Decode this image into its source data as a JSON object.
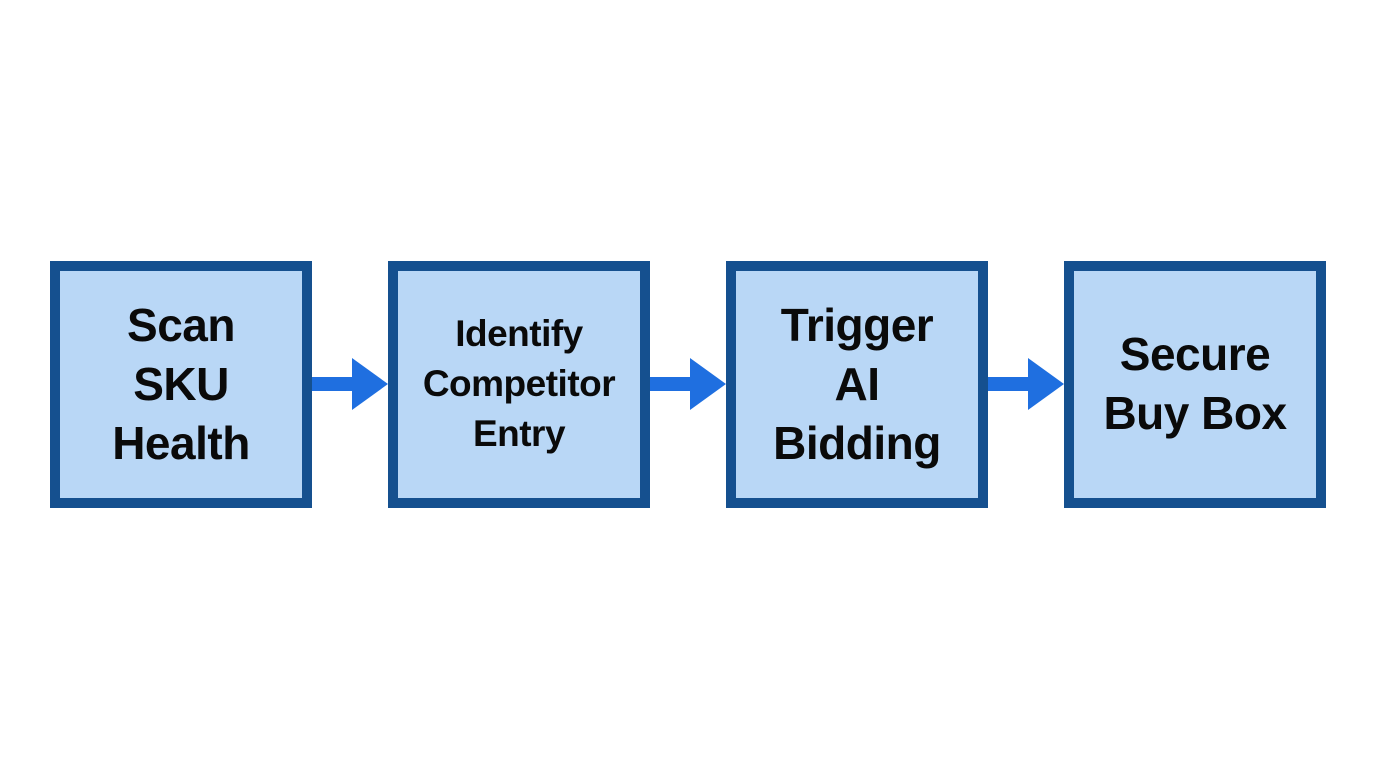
{
  "diagram": {
    "type": "flowchart",
    "direction": "left-to-right",
    "background": "#ffffff",
    "colors": {
      "box_fill": "#b9d7f6",
      "box_border": "#15508f",
      "arrow": "#1f6fe0",
      "text": "#0a0a0a"
    },
    "steps": [
      {
        "label": "Scan SKU Health",
        "lines": [
          "Scan",
          "SKU",
          "Health"
        ]
      },
      {
        "label": "Identify Competitor Entry",
        "lines": [
          "Identify",
          "Competitor",
          "Entry"
        ]
      },
      {
        "label": "Trigger AI Bidding",
        "lines": [
          "Trigger",
          "AI",
          "Bidding"
        ]
      },
      {
        "label": "Secure Buy Box",
        "lines": [
          "Secure",
          "Buy Box"
        ]
      }
    ],
    "connectors": [
      {
        "from": "Scan SKU Health",
        "to": "Identify Competitor Entry",
        "style": "solid-arrow"
      },
      {
        "from": "Identify Competitor Entry",
        "to": "Trigger AI Bidding",
        "style": "solid-arrow"
      },
      {
        "from": "Trigger AI Bidding",
        "to": "Secure Buy Box",
        "style": "solid-arrow"
      }
    ]
  }
}
